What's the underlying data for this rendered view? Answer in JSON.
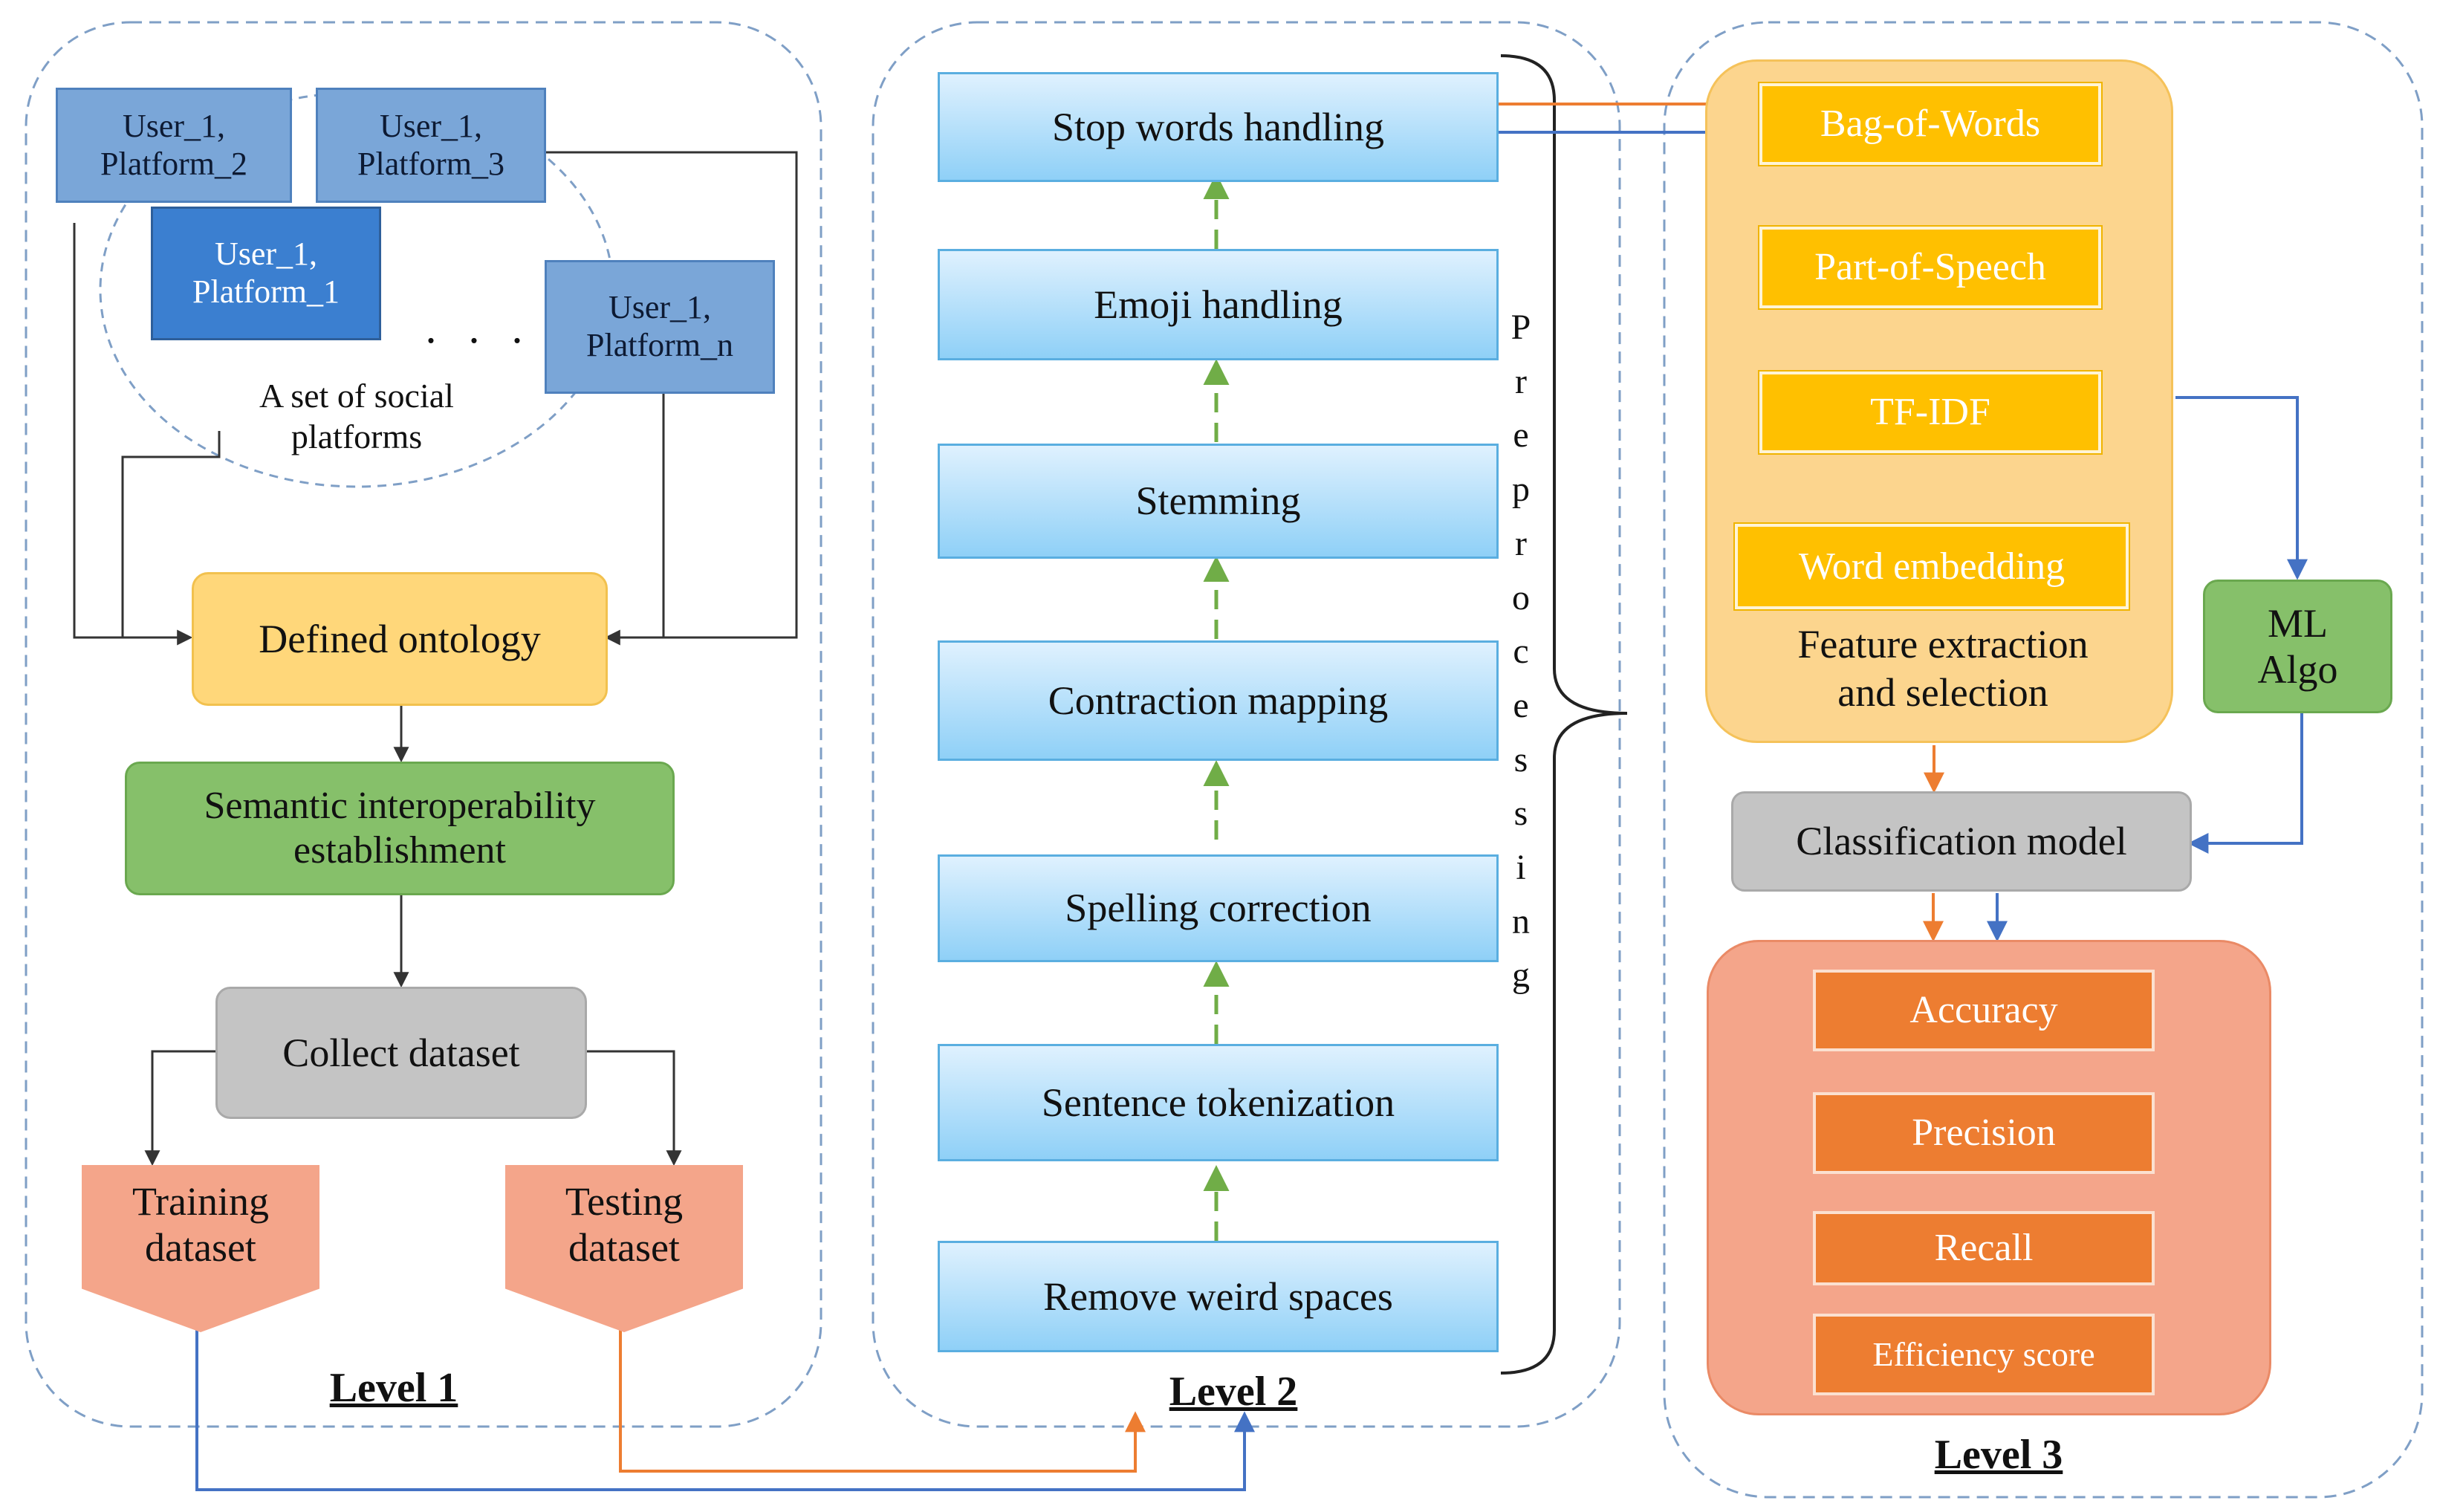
{
  "level1": {
    "label": "Level 1",
    "users": [
      {
        "text": "User_1,\nPlatform_2"
      },
      {
        "text": "User_1,\nPlatform_3"
      },
      {
        "text": "User_1,\nPlatform_1"
      },
      {
        "text": "User_1,\nPlatform_n"
      }
    ],
    "ellipsis": ". . .",
    "social_label": "A set of social\nplatforms",
    "ontology": "Defined ontology",
    "semantic": "Semantic interoperability\nestablishment",
    "collect": "Collect dataset",
    "training": "Training\ndataset",
    "testing": "Testing\ndataset"
  },
  "level2": {
    "label": "Level 2",
    "steps": [
      "Stop words handling",
      "Emoji handling",
      "Stemming",
      "Contraction mapping",
      "Spelling correction",
      "Sentence tokenization",
      "Remove weird spaces"
    ],
    "brace_label": "Preprocessing"
  },
  "level3": {
    "label": "Level 3",
    "features": [
      "Bag-of-Words",
      "Part-of-Speech",
      "TF-IDF",
      "Word embedding"
    ],
    "feature_label": "Feature extraction\nand selection",
    "ml": "ML\nAlgo",
    "classification": "Classification model",
    "metrics": [
      "Accuracy",
      "Precision",
      "Recall",
      "Efficiency score"
    ]
  },
  "colors": {
    "blue_arrow": "#4472c4",
    "orange_arrow": "#ed7d31",
    "green_arrow": "#70ad47",
    "black_arrow": "#333333",
    "dashed_border": "#7f9fc6"
  }
}
